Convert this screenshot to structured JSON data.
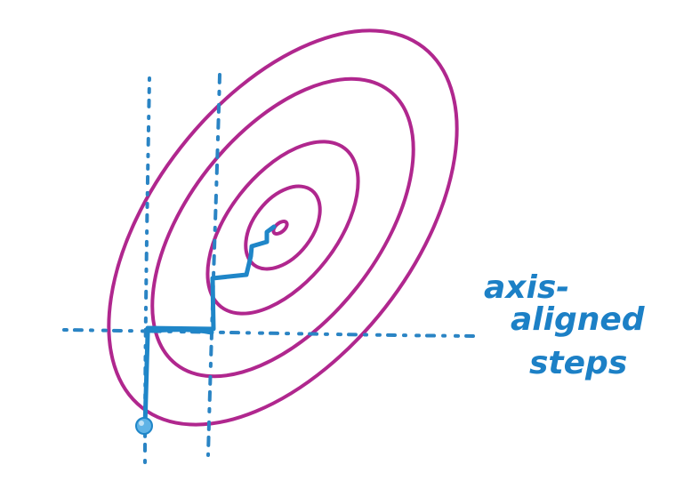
{
  "colors": {
    "contour": "#b0278e",
    "path": "#1f86c8",
    "axis_dots": "#2a84c4",
    "start_point_fill": "#5fb3e6",
    "start_point_stroke": "#1f86c8",
    "label": "#1c80c6",
    "background": "#ffffff"
  },
  "annotation": {
    "line1": "axis-",
    "line2": "aligned",
    "line3": "steps"
  },
  "elements": {
    "contour_count": 5,
    "dotted_axis_lines": 4,
    "start_marker": "circle"
  }
}
